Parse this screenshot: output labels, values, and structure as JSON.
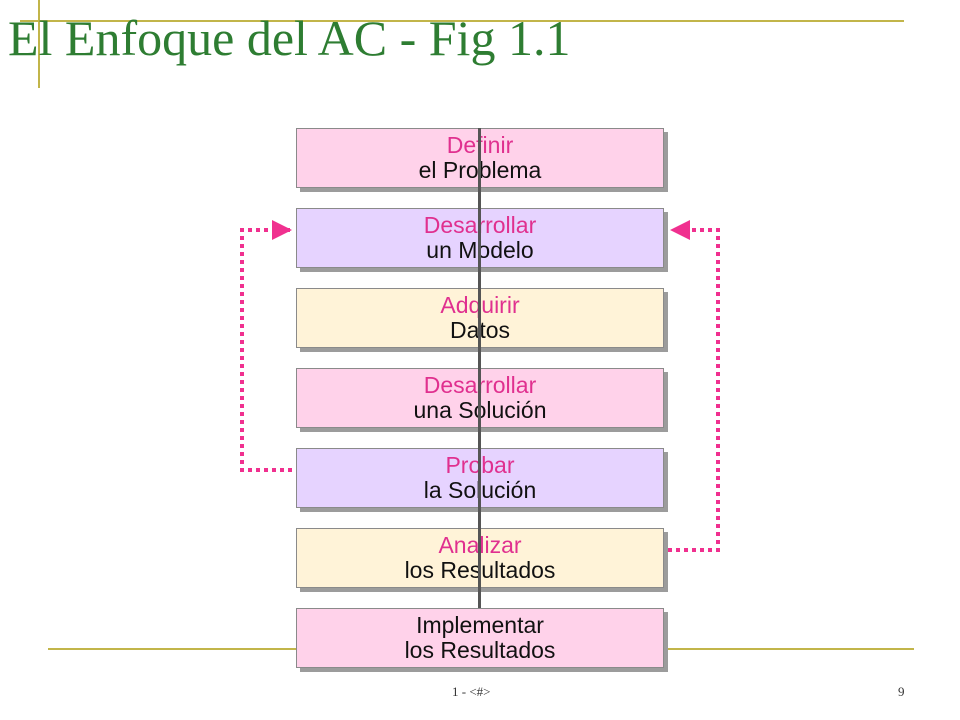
{
  "title": "El Enfoque del AC - Fig 1.1",
  "steps": [
    {
      "line1": "Definir",
      "line2": "el Problema"
    },
    {
      "line1": "Desarrollar",
      "line2": "un Modelo"
    },
    {
      "line1": "Adquirir",
      "line2": "Datos"
    },
    {
      "line1": "Desarrollar",
      "line2": "una Solución"
    },
    {
      "line1": "Probar",
      "line2": "la Solución"
    },
    {
      "line1": "Analizar",
      "line2": "los Resultados"
    },
    {
      "line1": "Implementar",
      "line2": "los Resultados"
    }
  ],
  "footer": {
    "center": "1 - <#>",
    "page": "9"
  },
  "colors": {
    "title": "#2e7d32",
    "accent": "#e0308f",
    "rule": "#c2b54a"
  }
}
